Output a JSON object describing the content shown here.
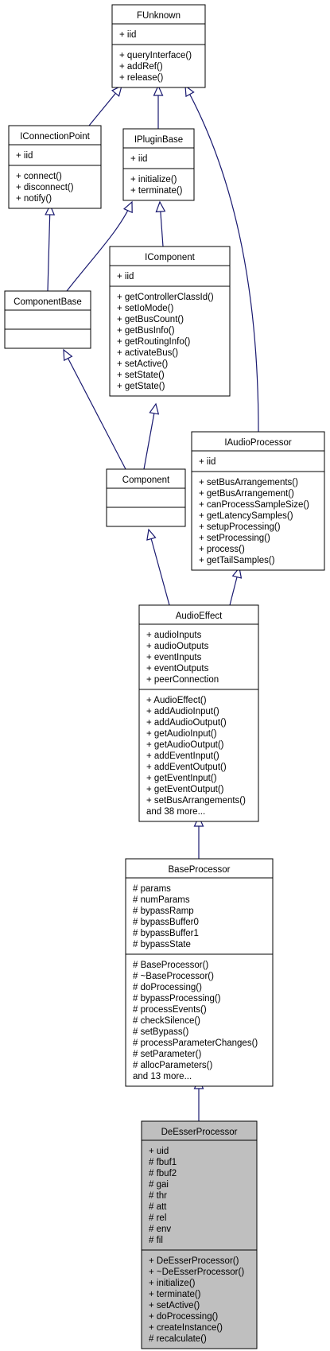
{
  "classes": [
    {
      "id": "funknown",
      "name": "FUnknown",
      "attributes": [
        "+ iid"
      ],
      "methods": [
        "+ queryInterface()",
        "+ addRef()",
        "+ release()"
      ]
    },
    {
      "id": "iconnectionpoint",
      "name": "IConnectionPoint",
      "attributes": [
        "+ iid"
      ],
      "methods": [
        "+ connect()",
        "+ disconnect()",
        "+ notify()"
      ]
    },
    {
      "id": "ipluginbase",
      "name": "IPluginBase",
      "attributes": [
        "+ iid"
      ],
      "methods": [
        "+ initialize()",
        "+ terminate()"
      ]
    },
    {
      "id": "icomponent",
      "name": "IComponent",
      "attributes": [
        "+ iid"
      ],
      "methods": [
        "+ getControllerClassId()",
        "+ setIoMode()",
        "+ getBusCount()",
        "+ getBusInfo()",
        "+ getRoutingInfo()",
        "+ activateBus()",
        "+ setActive()",
        "+ setState()",
        "+ getState()"
      ]
    },
    {
      "id": "componentbase",
      "name": "ComponentBase",
      "attributes": [],
      "methods": []
    },
    {
      "id": "iaudioprocessor",
      "name": "IAudioProcessor",
      "attributes": [
        "+ iid"
      ],
      "methods": [
        "+ setBusArrangements()",
        "+ getBusArrangement()",
        "+ canProcessSampleSize()",
        "+ getLatencySamples()",
        "+ setupProcessing()",
        "+ setProcessing()",
        "+ process()",
        "+ getTailSamples()"
      ]
    },
    {
      "id": "component",
      "name": "Component",
      "attributes": [],
      "methods": []
    },
    {
      "id": "audioeffect",
      "name": "AudioEffect",
      "attributes": [
        "+ audioInputs",
        "+ audioOutputs",
        "+ eventInputs",
        "+ eventOutputs",
        "+ peerConnection"
      ],
      "methods": [
        "+ AudioEffect()",
        "+ addAudioInput()",
        "+ addAudioOutput()",
        "+ getAudioInput()",
        "+ getAudioOutput()",
        "+ addEventInput()",
        "+ addEventOutput()",
        "+ getEventInput()",
        "+ getEventOutput()",
        "+ setBusArrangements()",
        "and 38 more..."
      ]
    },
    {
      "id": "baseprocessor",
      "name": "BaseProcessor",
      "attributes": [
        "# params",
        "# numParams",
        "# bypassRamp",
        "# bypassBuffer0",
        "# bypassBuffer1",
        "# bypassState"
      ],
      "methods": [
        "# BaseProcessor()",
        "# ~BaseProcessor()",
        "# doProcessing()",
        "# bypassProcessing()",
        "# processEvents()",
        "# checkSilence()",
        "# setBypass()",
        "# processParameterChanges()",
        "# setParameter()",
        "# allocParameters()",
        "and 13 more..."
      ]
    },
    {
      "id": "deesserprocessor",
      "name": "DeEsserProcessor",
      "selected": true,
      "attributes": [
        "+ uid",
        "# fbuf1",
        "# fbuf2",
        "# gai",
        "# thr",
        "# att",
        "# rel",
        "# env",
        "# fil"
      ],
      "methods": [
        "+ DeEsserProcessor()",
        "+ ~DeEsserProcessor()",
        "+ initialize()",
        "+ terminate()",
        "+ setActive()",
        "+ doProcessing()",
        "+ createInstance()",
        "# recalculate()"
      ]
    }
  ],
  "inheritance": [
    {
      "from": "iconnectionpoint",
      "to": "funknown"
    },
    {
      "from": "ipluginbase",
      "to": "funknown"
    },
    {
      "from": "iaudioprocessor",
      "to": "funknown"
    },
    {
      "from": "icomponent",
      "to": "ipluginbase"
    },
    {
      "from": "componentbase",
      "to": "iconnectionpoint"
    },
    {
      "from": "componentbase",
      "to": "ipluginbase"
    },
    {
      "from": "component",
      "to": "componentbase"
    },
    {
      "from": "component",
      "to": "icomponent"
    },
    {
      "from": "audioeffect",
      "to": "component"
    },
    {
      "from": "audioeffect",
      "to": "iaudioprocessor"
    },
    {
      "from": "baseprocessor",
      "to": "audioeffect"
    },
    {
      "from": "deesserprocessor",
      "to": "baseprocessor"
    }
  ]
}
